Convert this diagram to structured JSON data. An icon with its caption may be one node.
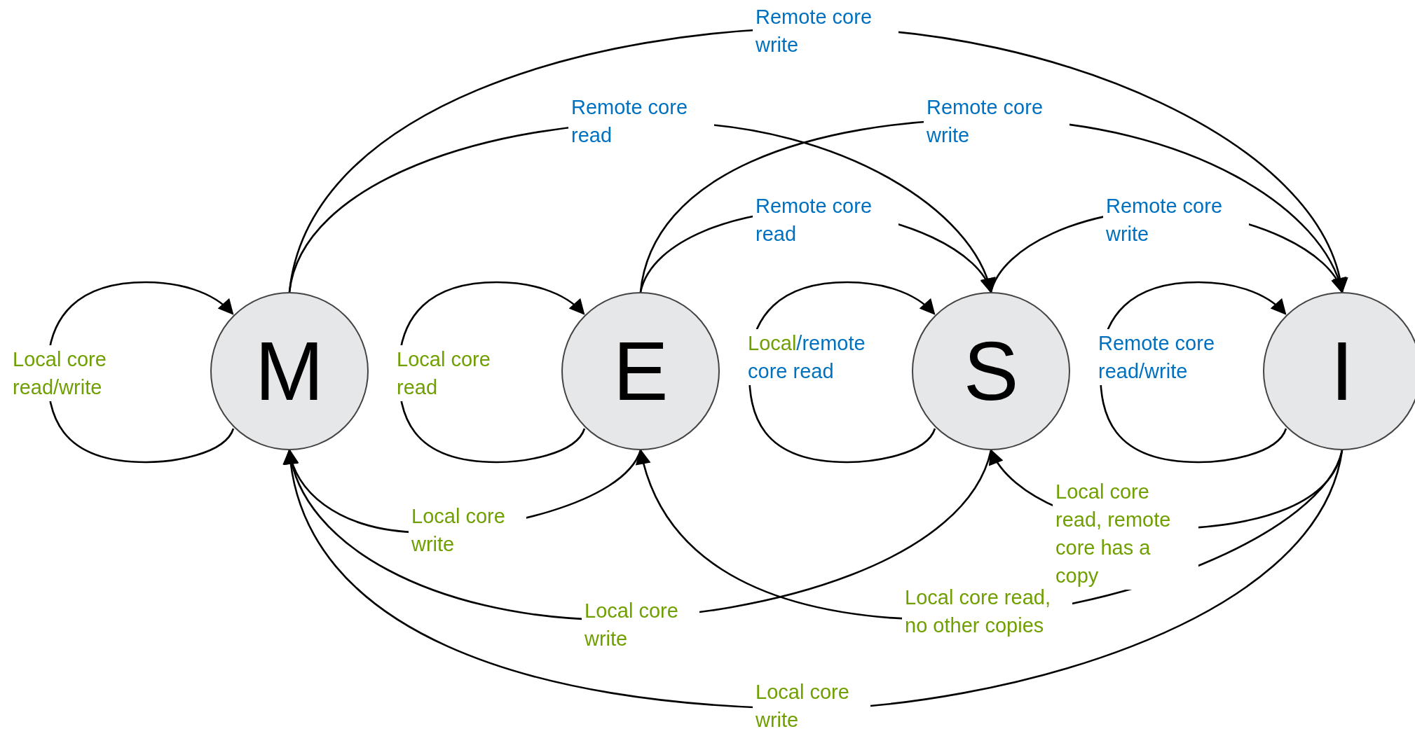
{
  "diagram": {
    "nodes": [
      {
        "text": [
          "M"
        ]
      },
      {
        "text": [
          "E"
        ]
      },
      {
        "text": [
          "S"
        ]
      },
      {
        "text": [
          "I"
        ]
      }
    ],
    "edges": [
      {
        "from": 0,
        "to": 3,
        "arrow": "to",
        "label": "Remote core write"
      },
      {
        "from": 0,
        "to": 2,
        "arrow": "to",
        "label": "Remote core read"
      },
      {
        "from": 1,
        "to": 3,
        "arrow": "to",
        "label": "Remote core write"
      },
      {
        "from": 1,
        "to": 2,
        "arrow": "to",
        "label": "Remote core read"
      },
      {
        "from": 2,
        "to": 3,
        "arrow": "to",
        "label": "Remote core write"
      },
      {
        "from": 0,
        "to": 0,
        "arrow": "to",
        "label": "Local core read/write"
      },
      {
        "from": 1,
        "to": 1,
        "arrow": "to",
        "label": "Local core read"
      },
      {
        "from": 2,
        "to": 2,
        "arrow": "to",
        "label": "Local/remote core read"
      },
      {
        "from": 3,
        "to": 3,
        "arrow": "to",
        "label": "Remote core read/write"
      },
      {
        "from": 1,
        "to": 0,
        "arrow": "to",
        "label": "Local core write"
      },
      {
        "from": 2,
        "to": 0,
        "arrow": "to",
        "label": "Local core write"
      },
      {
        "from": 3,
        "to": 1,
        "arrow": "to",
        "label": "Local core read, no other copies"
      },
      {
        "from": 3,
        "to": 2,
        "arrow": "to",
        "label": "Local core read, remote core has a copy"
      },
      {
        "from": 3,
        "to": 0,
        "arrow": "to",
        "label": "Local core write"
      }
    ]
  }
}
